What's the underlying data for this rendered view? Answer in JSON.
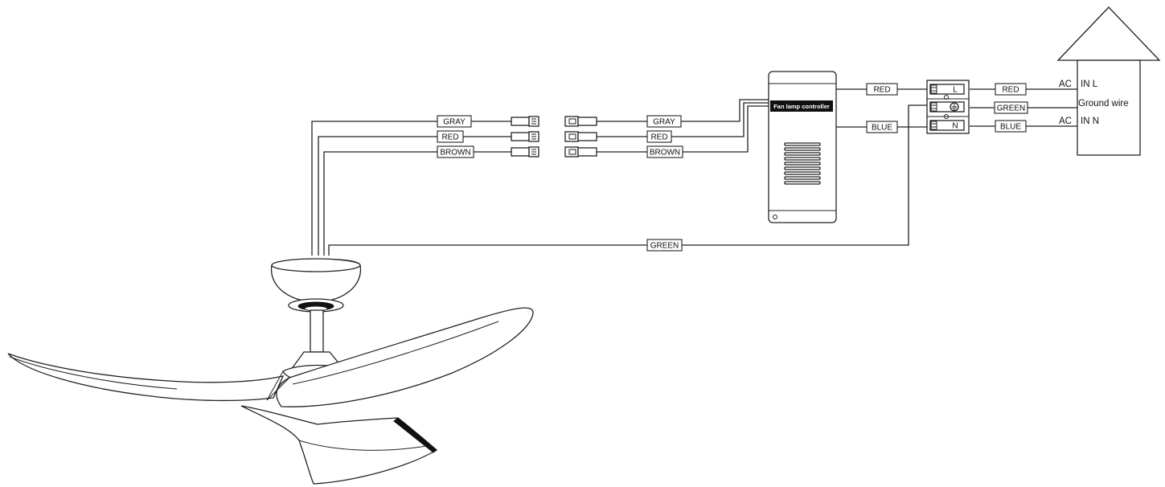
{
  "fan_side_wires": {
    "gray": "GRAY",
    "red": "RED",
    "brown": "BROWN"
  },
  "controller_input_wires": {
    "gray": "GRAY",
    "red": "RED",
    "brown": "BROWN"
  },
  "ground_wire_label": "GREEN",
  "controller": {
    "label": "Fan lamp controller",
    "output_live": "RED",
    "output_neutral": "BLUE"
  },
  "terminal_block": {
    "live": "L",
    "neutral": "N"
  },
  "supply_wires": {
    "live": "RED",
    "ground": "GREEN",
    "neutral": "BLUE"
  },
  "house": {
    "ac_live": "AC",
    "in_live": "IN  L",
    "ground": "Ground wire",
    "ac_neutral": "AC",
    "in_neutral": "IN  N"
  },
  "colors": {
    "line": "#222222",
    "background": "#ffffff"
  }
}
